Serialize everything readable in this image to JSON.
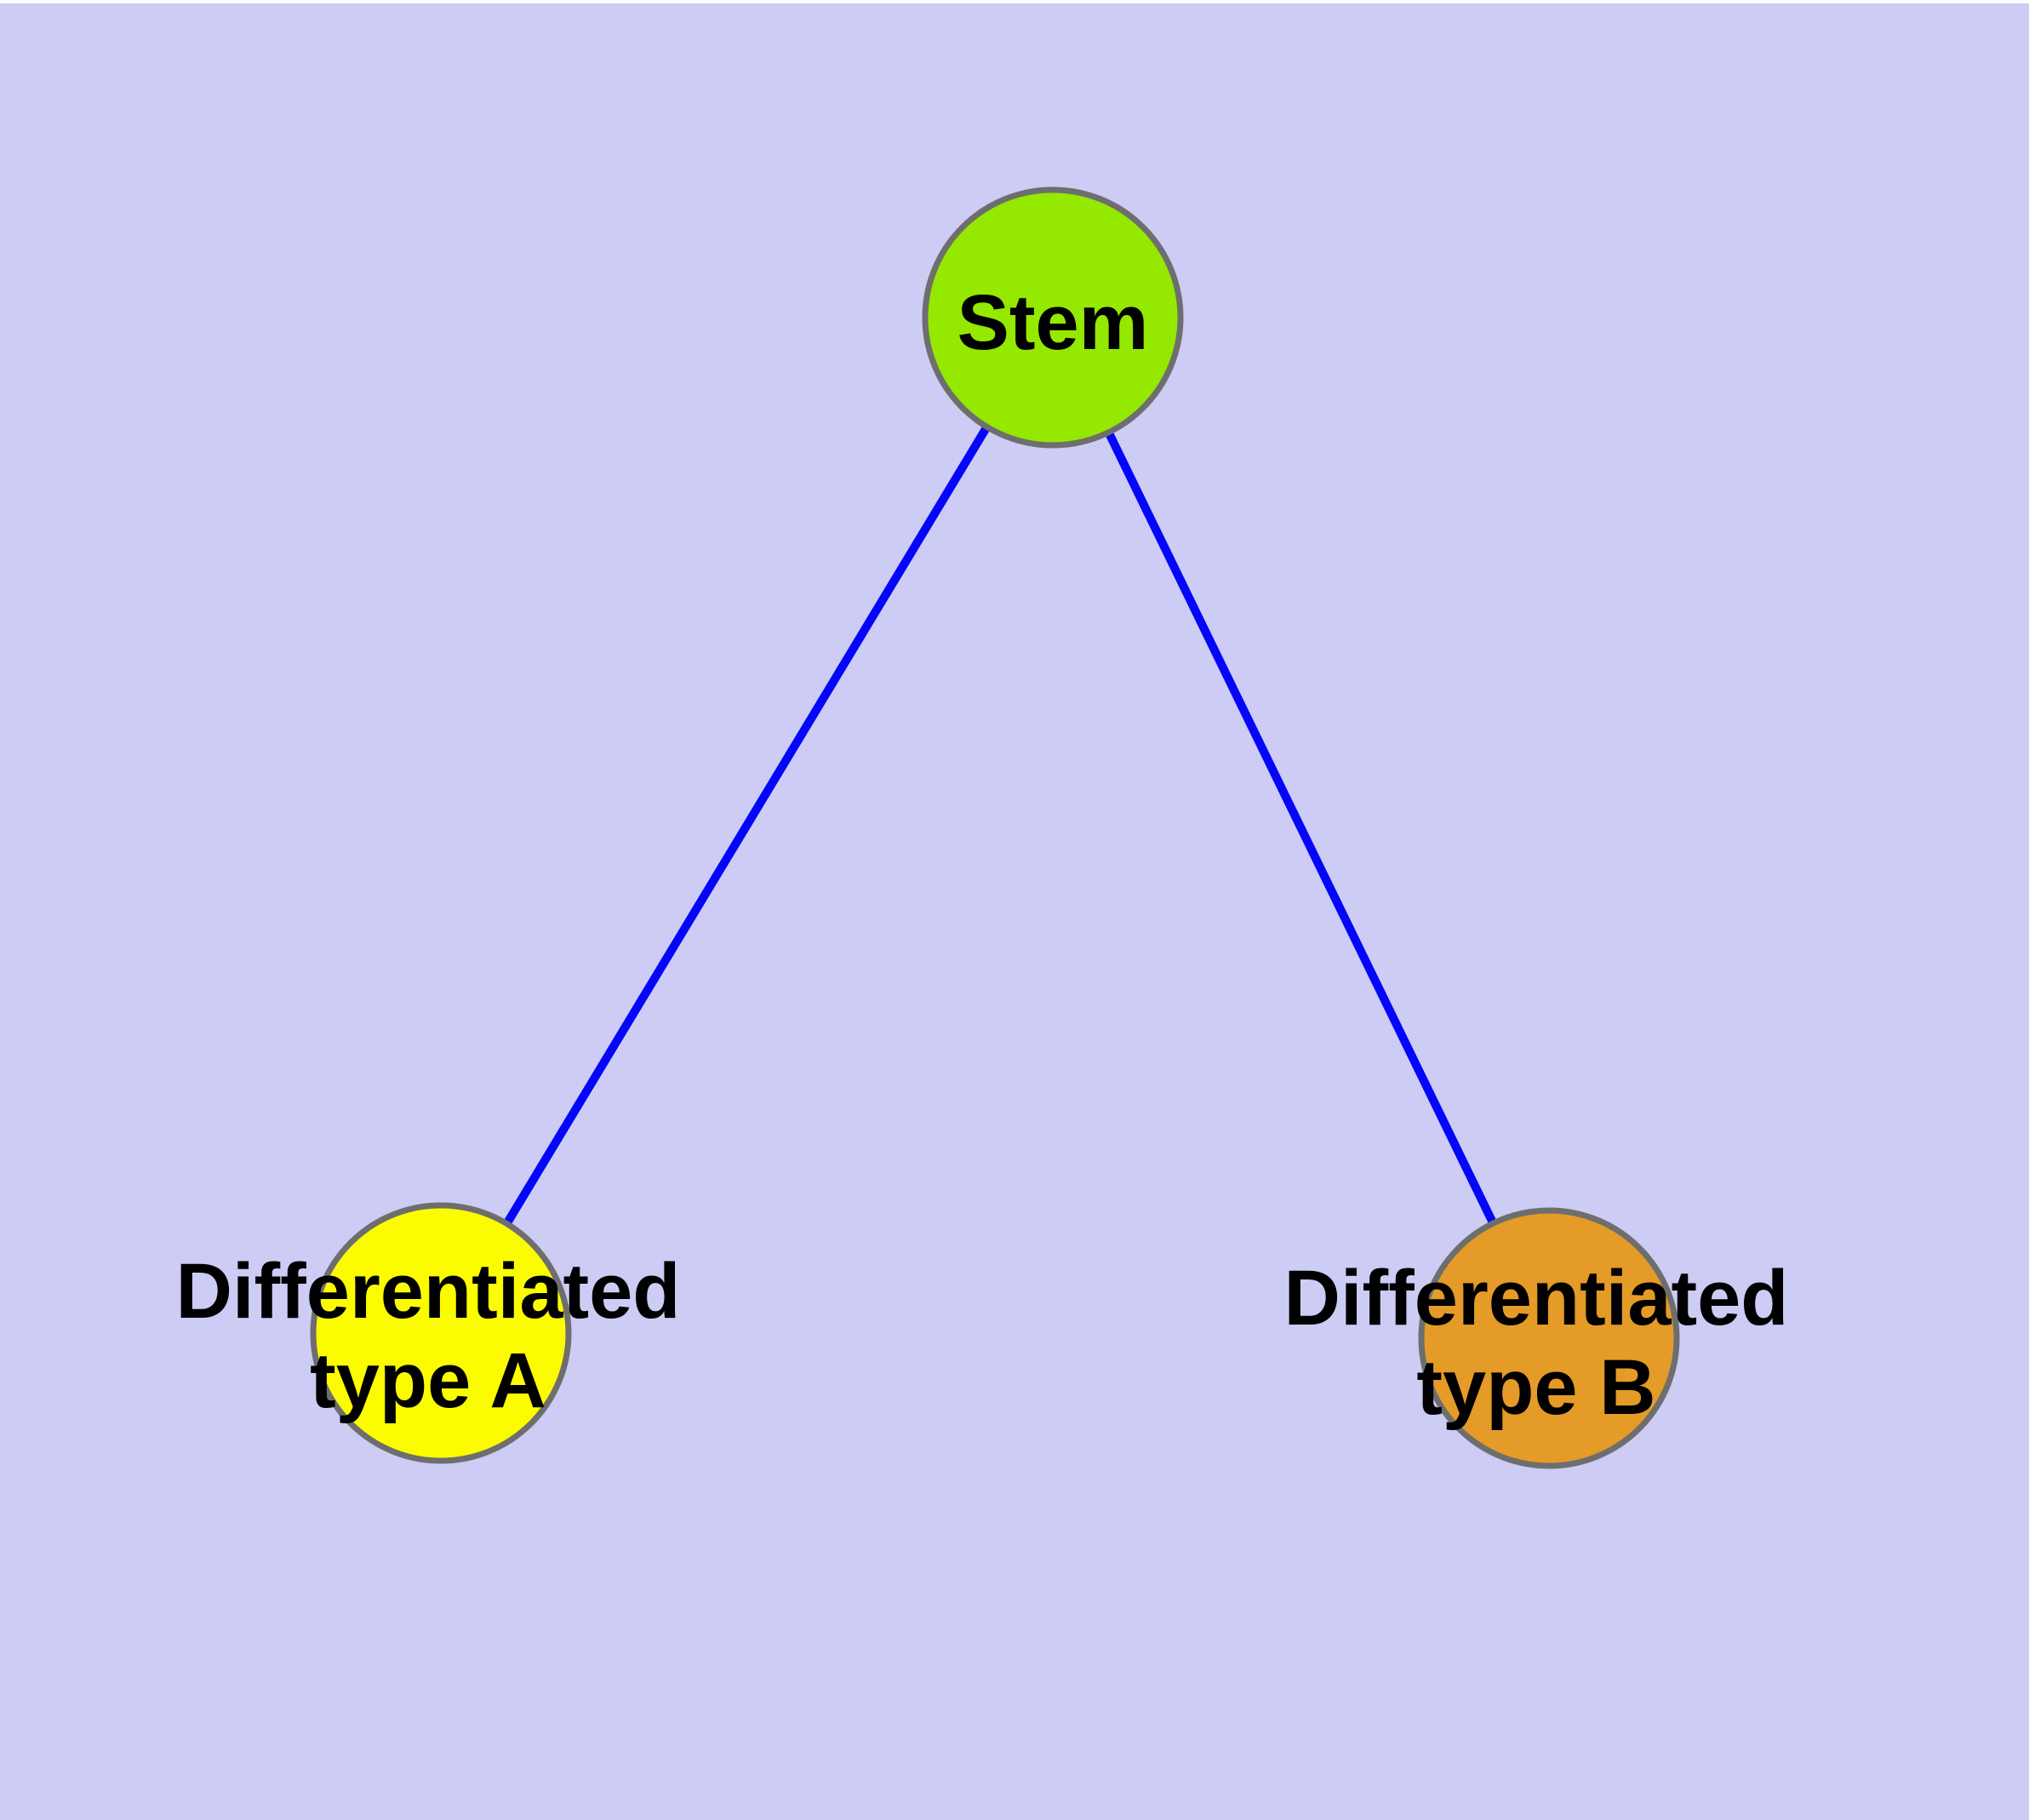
{
  "colors": {
    "page_margin": "#FFFFFF",
    "background": "#CCCCF4",
    "edge": "#0505FA",
    "node_border": "#6E6E6E",
    "label": "#000000"
  },
  "nodes": {
    "stem": {
      "label": "Stem",
      "fill": "#95E800"
    },
    "type_a": {
      "line1": "Differentiated",
      "line2": "type A",
      "fill": "#FCFC00"
    },
    "type_b": {
      "line1": "Differentiated",
      "line2": "type B",
      "fill": "#E49B27"
    }
  },
  "edges": [
    {
      "from": "Stem",
      "to": "Differentiated type A"
    },
    {
      "from": "Stem",
      "to": "Differentiated type B"
    }
  ]
}
